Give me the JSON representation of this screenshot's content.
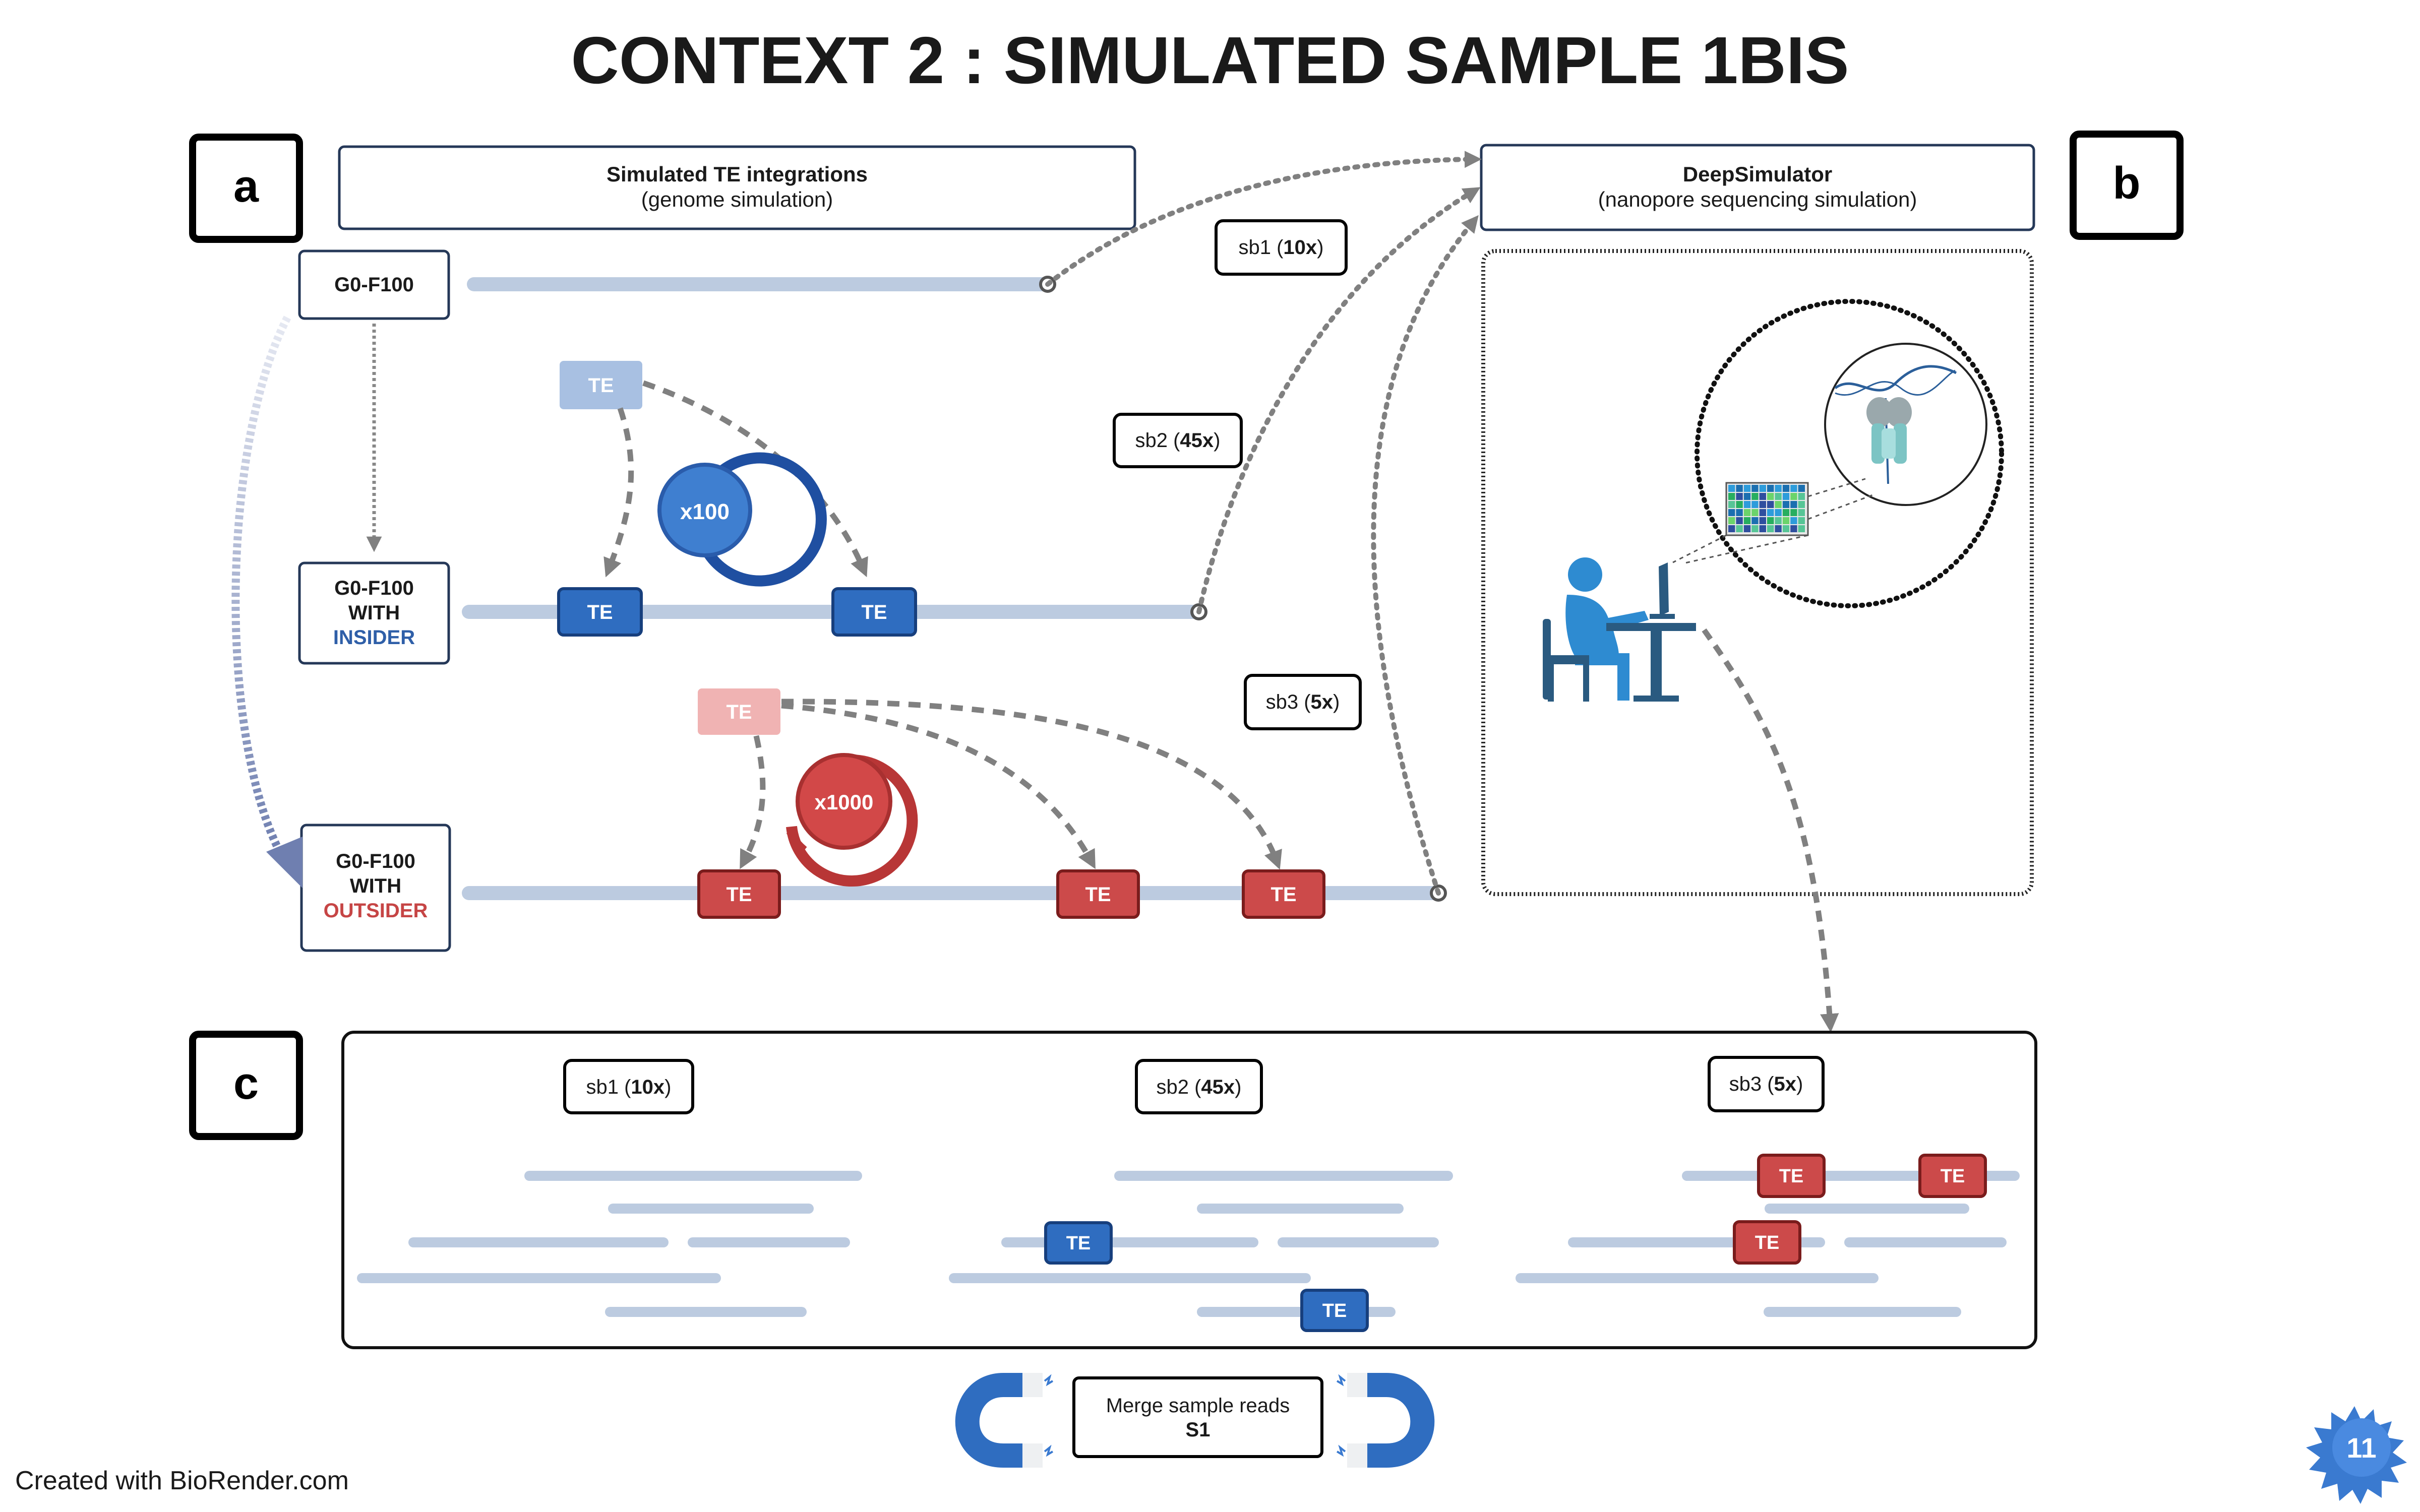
{
  "title": "CONTEXT 2 : SIMULATED SAMPLE 1BIS",
  "panels": {
    "a": "a",
    "b": "b",
    "c": "c"
  },
  "te_box": {
    "title": "Simulated TE integrations",
    "subtitle": "(genome simulation)"
  },
  "ds_box": {
    "title": "DeepSimulator",
    "subtitle": "(nanopore sequencing simulation)"
  },
  "genomes": {
    "g0": {
      "label": "G0-F100"
    },
    "insider": {
      "line1": "G0-F100",
      "line2": "WITH",
      "line3": "INSIDER"
    },
    "outsider": {
      "line1": "G0-F100",
      "line2": "WITH",
      "line3": "OUTSIDER"
    }
  },
  "te_label": "TE",
  "multipliers": {
    "insider": "x100",
    "outsider": "x1000"
  },
  "samples": {
    "sb1": {
      "name": "sb1 (",
      "cov": "10x",
      "close": ")"
    },
    "sb2": {
      "name": "sb2 (",
      "cov": "45x",
      "close": ")"
    },
    "sb3": {
      "name": "sb3 (",
      "cov": "5x",
      "close": ")"
    }
  },
  "merge": {
    "line1": "Merge sample reads",
    "line2": "S1"
  },
  "footer": "Created with BioRender.com",
  "page_number": "11",
  "colors": {
    "insider": "#2f5fa8",
    "outsider": "#c64545",
    "track": "#bccbe0",
    "arrow": "#808080",
    "ink": "#1a1a1a",
    "box_border": "#253858"
  }
}
